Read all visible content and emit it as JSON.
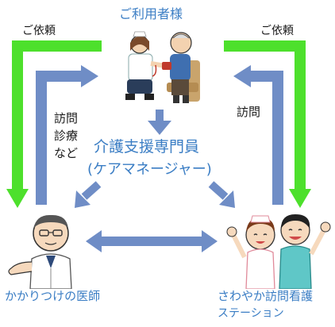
{
  "top_title": "ご利用者様",
  "left_top_label": "ご依頼",
  "right_top_label": "ご依頼",
  "left_mid_label_lines": [
    "訪問",
    "診療",
    "など"
  ],
  "right_mid_label": "訪問",
  "center_title": "介護支援専門員",
  "center_subtitle": "(ケアマネージャー)",
  "bottom_left_label": "かかりつけの医師",
  "bottom_right_label_line1": "さわやか訪問看護",
  "bottom_right_label_line2": "ステーション",
  "colors": {
    "green_arrow": "#4de02c",
    "blue_arrow": "#6f8dc6",
    "title_blue": "#3a7dc4",
    "label_dark": "#1a1a1a"
  }
}
